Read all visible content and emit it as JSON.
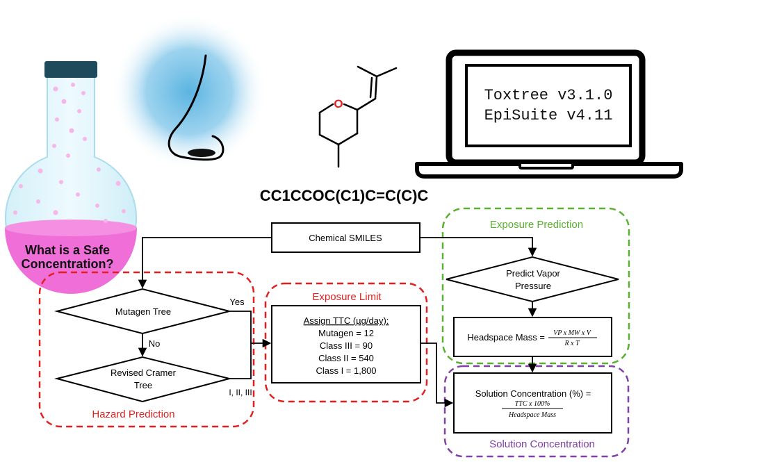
{
  "flask": {
    "question_line1": "What is a Safe",
    "question_line2": "Concentration?"
  },
  "laptop": {
    "line1": "Toxtree v3.1.0",
    "line2": "EpiSuite v4.11"
  },
  "molecule": {
    "atom_label": "O",
    "smiles": "CC1CCOC(C1)C=C(C)C"
  },
  "flow": {
    "input_label": "Chemical SMILES",
    "mutagen_tree": "Mutagen Tree",
    "cramer_line1": "Revised Cramer",
    "cramer_line2": "Tree",
    "yes_label": "Yes",
    "no_label": "No",
    "classes_label": "I, II, III",
    "hazard_title": "Hazard Prediction",
    "exposure_limit_title": "Exposure Limit",
    "ttc": {
      "heading": "Assign TTC (µg/day):",
      "lines": [
        "Mutagen = 12",
        "Class III = 90",
        "Class II = 540",
        "Class I = 1,800"
      ]
    },
    "exposure_prediction_title": "Exposure Prediction",
    "vapor_line1": "Predict Vapor",
    "vapor_line2": "Pressure",
    "headspace": {
      "label": "Headspace Mass =",
      "numerator": "VP x MW x V",
      "denominator": "R x T"
    },
    "solution": {
      "label": "Solution Concentration (%) =",
      "numerator": "TTC x 100%",
      "denominator": "Headspace Mass"
    },
    "solution_title": "Solution Concentration"
  },
  "colors": {
    "hazard": "#e02020",
    "exposure_prediction": "#5ab030",
    "solution": "#8040a8",
    "flask_liquid": "#f06ed8",
    "nose_glow": "#5ab4e0",
    "flask_cap": "#1e4a5c"
  }
}
